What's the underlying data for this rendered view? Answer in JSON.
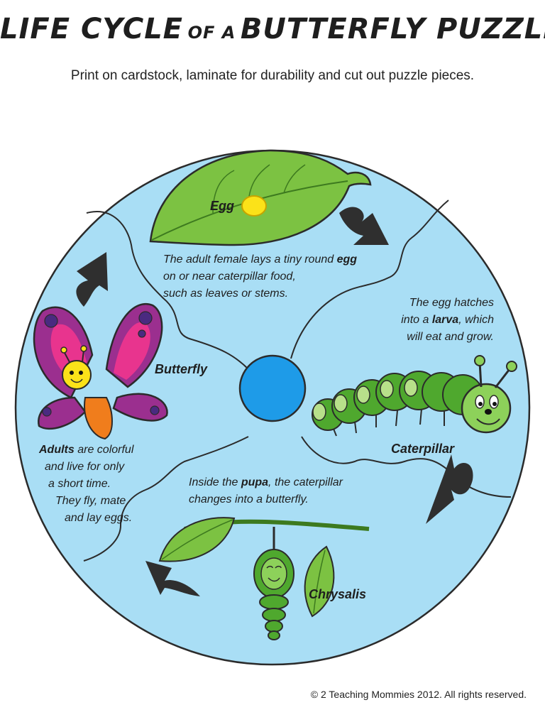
{
  "title": {
    "part1": "LIFE CYCLE",
    "part2": "OF A",
    "part3": "BUTTERFLY PUZZLE"
  },
  "subtitle": "Print on cardstock, laminate for durability and cut out puzzle pieces.",
  "stages": {
    "egg": {
      "label": "Egg",
      "line1_pre": "The adult female lays a tiny round ",
      "line1_bold": "egg",
      "line2": "on or near caterpillar food,",
      "line3": "such as leaves or stems."
    },
    "caterpillar": {
      "label": "Caterpillar",
      "line1": "The egg hatches",
      "line2_pre": "into a ",
      "line2_bold": "larva",
      "line2_post": ", which",
      "line3": "will eat and grow."
    },
    "chrysalis": {
      "label": "Chrysalis",
      "line1_pre": "Inside the ",
      "line1_bold": "pupa",
      "line1_post": ", the caterpillar",
      "line2": "changes into a butterfly."
    },
    "butterfly": {
      "label": "Butterfly",
      "line1_bold": "Adults",
      "line1_post": " are colorful",
      "line2": "and live for only",
      "line3": "a short time.",
      "line4": "They fly, mate",
      "line5": "and lay eggs."
    }
  },
  "colors": {
    "puzzle_fill": "#a9def5",
    "puzzle_stroke": "#2b2b2b",
    "center_circle": "#1e9be8",
    "leaf_green": "#7cc242",
    "caterpillar_green": "#4fa82e",
    "butterfly_purple": "#9b2f8f",
    "butterfly_pink": "#e8348e",
    "body_orange": "#f07d1c",
    "arrow": "#2f2f2f"
  },
  "footer": "© 2 Teaching Mommies 2012. All rights reserved."
}
